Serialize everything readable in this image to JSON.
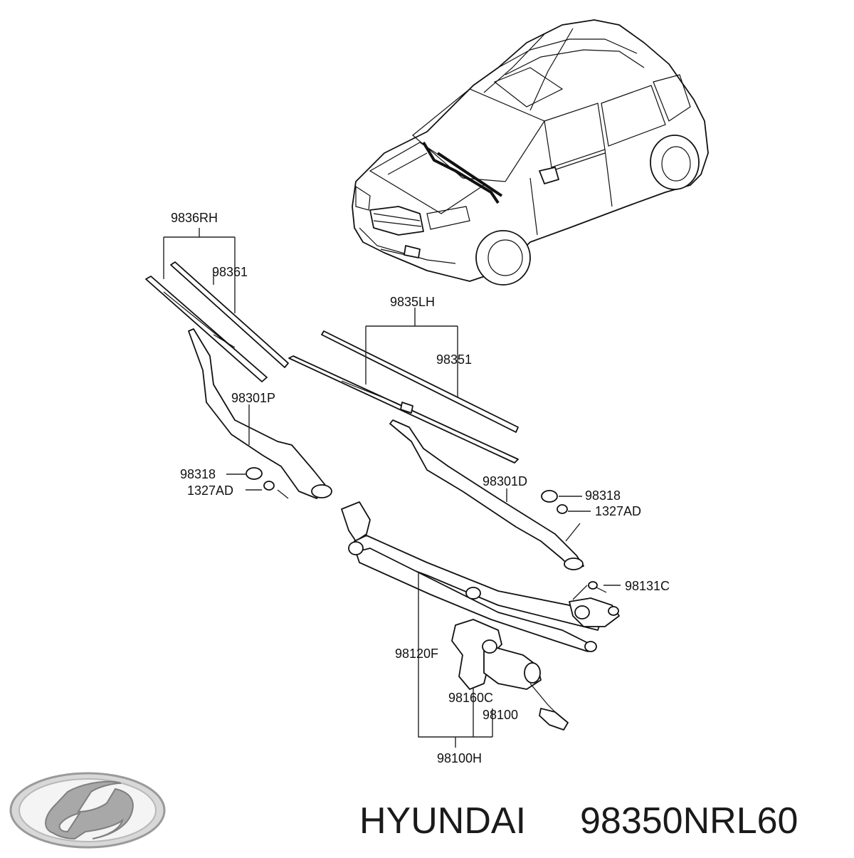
{
  "labels": {
    "rh_blade_assy": "9836RH",
    "rh_refill": "98361",
    "lh_blade_assy": "9835LH",
    "lh_refill": "98351",
    "arm_passenger": "98301P",
    "arm_driver": "98301D",
    "cap_left": "98318",
    "nut_left": "1327AD",
    "cap_right": "98318",
    "nut_right": "1327AD",
    "grommet": "98131C",
    "linkage": "98120F",
    "motor_bracket": "98160C",
    "motor": "98100",
    "motor_linkage_assy": "98100H"
  },
  "brand": "HYUNDAI",
  "part_number": "98350NRL60",
  "logo_name": "hyundai-logo"
}
